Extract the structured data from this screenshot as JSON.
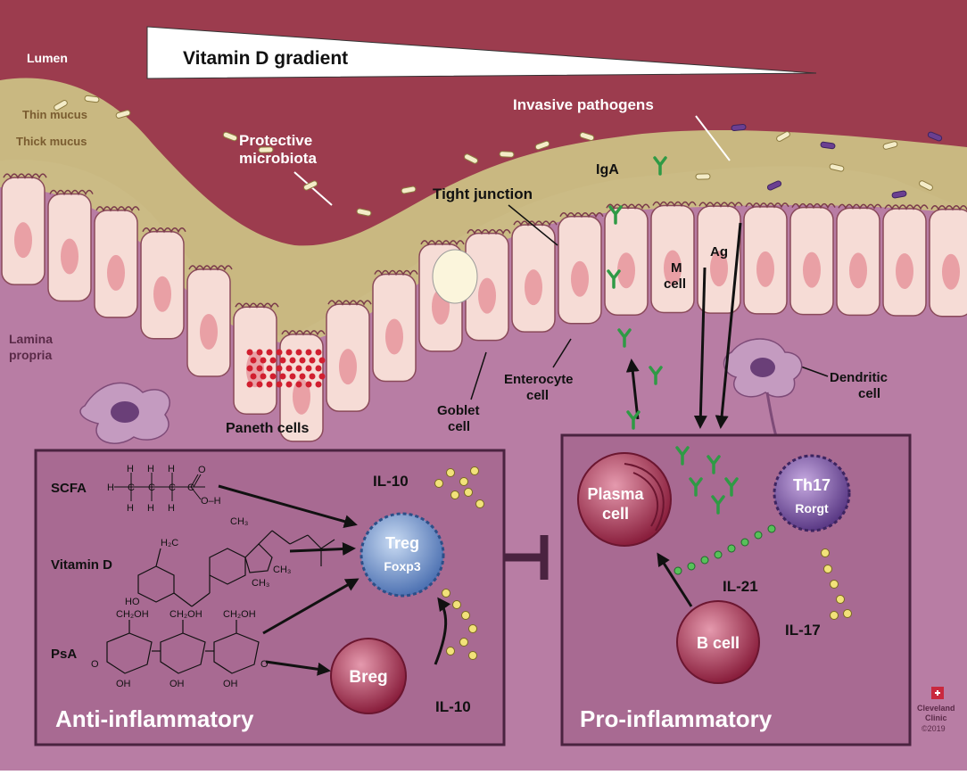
{
  "title": "Vitamin D gradient",
  "regions": {
    "lumen": "Lumen",
    "thin_mucus": "Thin mucus",
    "thick_mucus": "Thick mucus",
    "lamina_line1": "Lamina",
    "lamina_line2": "propria"
  },
  "labels": {
    "protective_line1": "Protective",
    "protective_line2": "microbiota",
    "invasive": "Invasive pathogens",
    "tight_junction": "Tight junction",
    "iga": "IgA",
    "ag": "Ag",
    "m_cell_line1": "M",
    "m_cell_line2": "cell",
    "paneth": "Paneth cells",
    "goblet_line1": "Goblet",
    "goblet_line2": "cell",
    "enterocyte_line1": "Enterocyte",
    "enterocyte_line2": "cell",
    "dendritic_line1": "Dendritic",
    "dendritic_line2": "cell"
  },
  "anti_panel": {
    "title": "Anti-inflammatory",
    "scfa": "SCFA",
    "vitd": "Vitamin D",
    "psa": "PsA",
    "il10_top": "IL-10",
    "il10_bottom": "IL-10",
    "treg": "Treg",
    "treg_sub": "Foxp3",
    "breg": "Breg"
  },
  "pro_panel": {
    "title": "Pro-inflammatory",
    "plasma_line1": "Plasma",
    "plasma_line2": "cell",
    "th17": "Th17",
    "th17_sub": "Rorgt",
    "il21": "IL-21",
    "il17": "IL-17",
    "bcell": "B cell"
  },
  "credit": {
    "line1": "Cleveland",
    "line2": "Clinic",
    "line3": "©2019"
  },
  "colors": {
    "lumen": "#9c3c4e",
    "mucus": "#cbbf84",
    "lamina": "#b27aa0",
    "panel": "#a86a92",
    "cell": "#f6dcd6",
    "nucleus": "#e9a0a5",
    "treg": "#6b8fc6",
    "bcell": "#a3304f",
    "th17": "#7e5aa6",
    "antibody": "#2f9a45",
    "il10": "#f2e27a"
  }
}
